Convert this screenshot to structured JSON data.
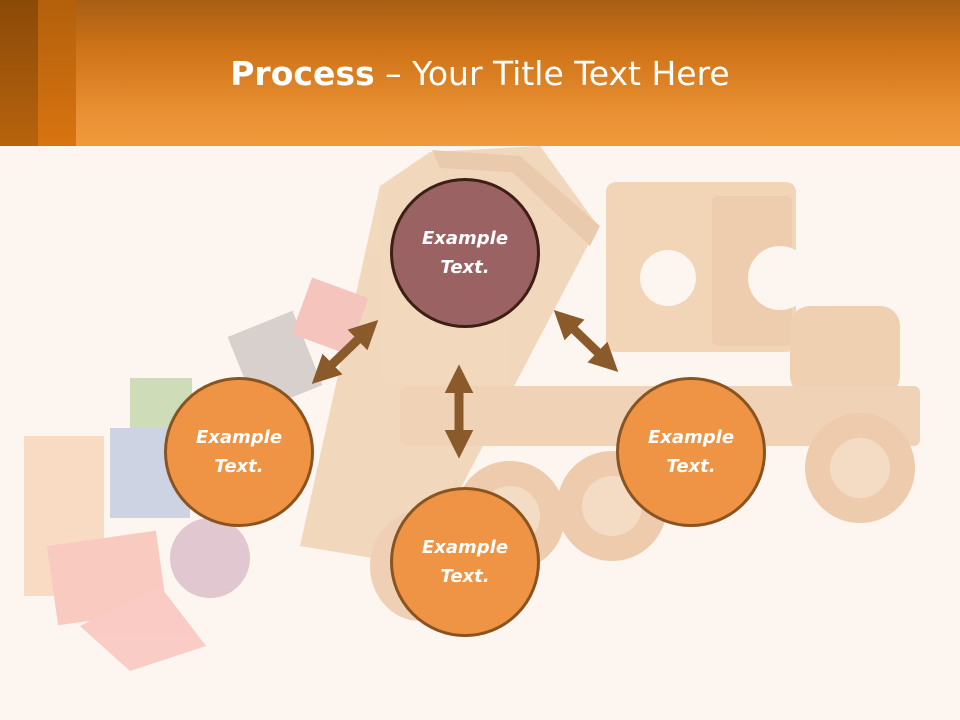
{
  "title": {
    "bold": "Process",
    "rest": " – Your Title Text Here"
  },
  "circles": {
    "top": "Example Text.",
    "left": "Example Text.",
    "right": "Example Text.",
    "bottom": "Example Text."
  },
  "colors": {
    "header": "#e88f32",
    "circle_orange": "#ef9444",
    "circle_maroon": "#9a6262",
    "arrow": "#8b5a2b"
  }
}
